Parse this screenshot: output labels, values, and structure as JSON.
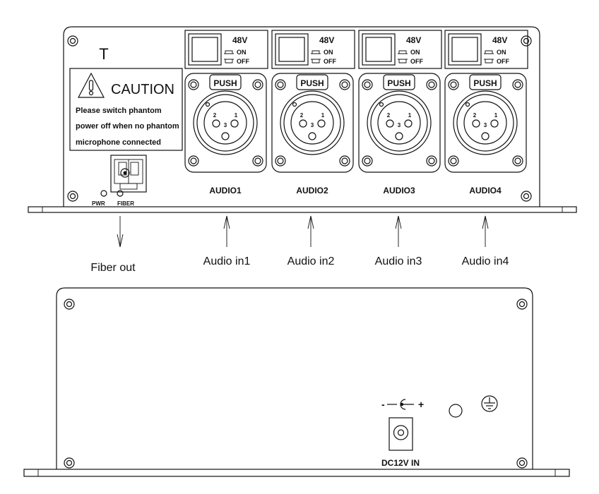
{
  "front_panel": {
    "logo_glyph": "T",
    "caution": {
      "title": "CAUTION",
      "line1": "Please switch phantom",
      "line2": "power off when no phantom",
      "line3": "microphone connected"
    },
    "fiber_port": {
      "pwr_label": "PWR",
      "fiber_label": "FIBER"
    },
    "channels": [
      {
        "voltage_label": "48V",
        "on_label": "ON",
        "off_label": "OFF",
        "push_label": "PUSH",
        "pin1": "1",
        "pin2": "2",
        "pin3": "3",
        "channel_label": "AUDIO1"
      },
      {
        "voltage_label": "48V",
        "on_label": "ON",
        "off_label": "OFF",
        "push_label": "PUSH",
        "pin1": "1",
        "pin2": "2",
        "pin3": "3",
        "channel_label": "AUDIO2"
      },
      {
        "voltage_label": "48V",
        "on_label": "ON",
        "off_label": "OFF",
        "push_label": "PUSH",
        "pin1": "1",
        "pin2": "2",
        "pin3": "3",
        "channel_label": "AUDIO3"
      },
      {
        "voltage_label": "48V",
        "on_label": "ON",
        "off_label": "OFF",
        "push_label": "PUSH",
        "pin1": "1",
        "pin2": "2",
        "pin3": "3",
        "channel_label": "AUDIO4"
      }
    ]
  },
  "callouts": {
    "fiber_out": "Fiber out",
    "audio_in": [
      "Audio in1",
      "Audio in2",
      "Audio in3",
      "Audio in4"
    ]
  },
  "rear_panel": {
    "polarity_minus": "-",
    "polarity_plus": "+",
    "dc_label": "DC12V IN",
    "ground_icon": "ground-symbol-icon"
  }
}
